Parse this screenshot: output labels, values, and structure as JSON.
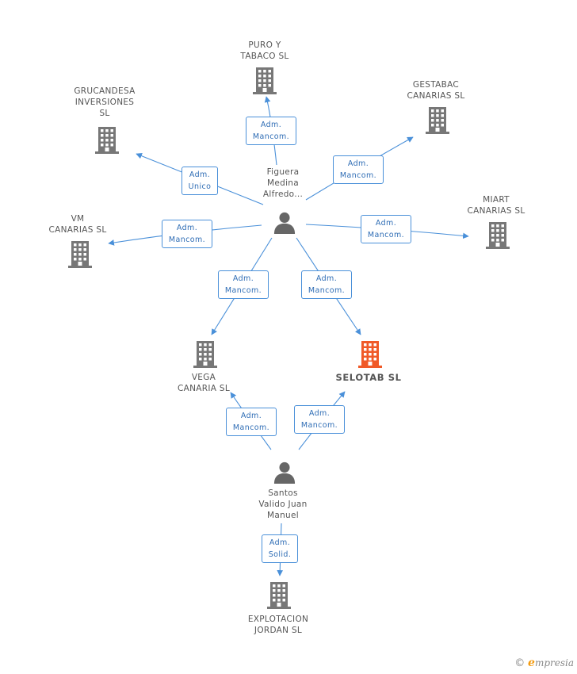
{
  "companies": [
    {
      "id": "puro",
      "label": "PURO Y\nTABACO SL",
      "highlight": false
    },
    {
      "id": "grucandesa",
      "label": "GRUCANDESA\nINVERSIONES\nSL",
      "highlight": false
    },
    {
      "id": "gestabac",
      "label": "GESTABAC\nCANARIAS SL",
      "highlight": false
    },
    {
      "id": "miart",
      "label": "MIART\nCANARIAS SL",
      "highlight": false
    },
    {
      "id": "vm",
      "label": "VM\nCANARIAS  SL",
      "highlight": false
    },
    {
      "id": "vega",
      "label": "VEGA\nCANARIA  SL",
      "highlight": false
    },
    {
      "id": "selotab",
      "label": "SELOTAB  SL",
      "highlight": true
    },
    {
      "id": "explotacion",
      "label": "EXPLOTACION\nJORDAN SL",
      "highlight": false
    }
  ],
  "persons": [
    {
      "id": "figuera",
      "label": "Figuera\nMedina\nAlfredo..."
    },
    {
      "id": "santos",
      "label": "Santos\nValido Juan\nManuel"
    }
  ],
  "roles": [
    {
      "id": "r1",
      "label": "Adm.\nMancom."
    },
    {
      "id": "r2",
      "label": "Adm.\nUnico"
    },
    {
      "id": "r3",
      "label": "Adm.\nMancom."
    },
    {
      "id": "r4",
      "label": "Adm.\nMancom."
    },
    {
      "id": "r5",
      "label": "Adm.\nMancom."
    },
    {
      "id": "r6",
      "label": "Adm.\nMancom."
    },
    {
      "id": "r7",
      "label": "Adm.\nMancom."
    },
    {
      "id": "r8",
      "label": "Adm.\nMancom."
    },
    {
      "id": "r9",
      "label": "Adm.\nMancom."
    },
    {
      "id": "r10",
      "label": "Adm.\nSolid."
    }
  ],
  "colors": {
    "edge": "#4a90d9",
    "building": "#777777",
    "building_highlight": "#f05a28",
    "person": "#666666"
  },
  "watermark": {
    "symbol": "©",
    "brand_first": "e",
    "brand_rest": "mpresia"
  }
}
